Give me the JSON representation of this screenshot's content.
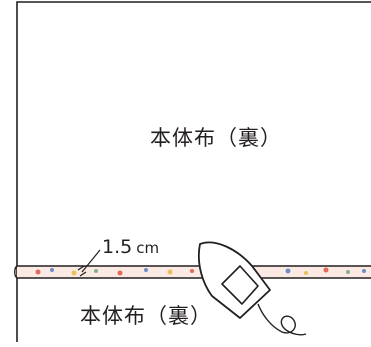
{
  "labels": {
    "fabric_top": "本体布（裏）",
    "fabric_bottom": "本体布（裏）",
    "dimension_value": "1.5",
    "dimension_unit": "cm"
  },
  "colors": {
    "line": "#231f20",
    "hem_fill": "#fbe9e4",
    "hem_edge": "#e9b8aa",
    "pattern_red": "#e06a5b",
    "pattern_blue": "#6d8fc4",
    "pattern_yellow": "#e9c25a",
    "pattern_green": "#7fb38a",
    "iron_fill": "#ffffff"
  },
  "icons": {
    "iron": "iron-icon"
  }
}
